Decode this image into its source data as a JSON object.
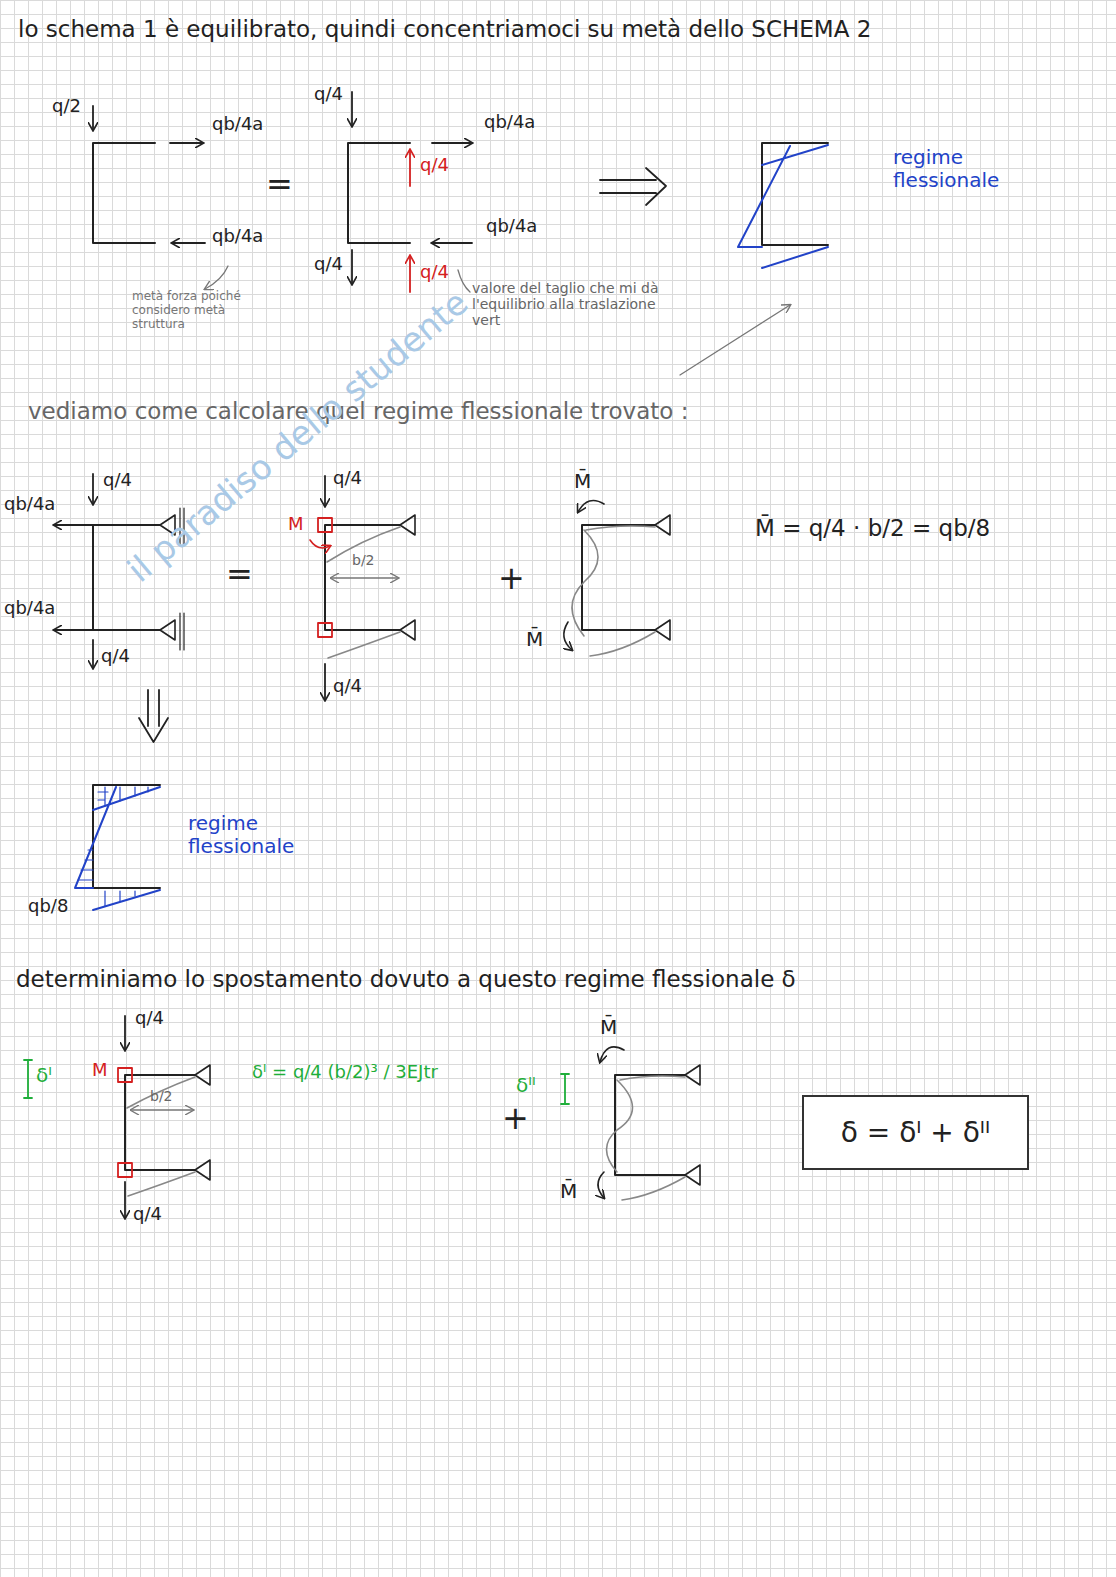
{
  "diagram": {
    "title": "lo schema 1 è equilibrato, quindi concentriamoci su metà dello SCHEMA 2",
    "nodes": [
      {
        "text": [
          "δ = δᴵ + δᴵᴵ"
        ]
      }
    ],
    "labels": [
      "q/2",
      "qb/4a",
      "qb/4a",
      "metà forza poiché considero metà struttura",
      "=",
      "q/4",
      "qb/4a",
      "q/4",
      "qb/4a",
      "q/4",
      "q/4",
      "valore del taglio che mi dà l'equilibrio alla traslazione vert",
      "regime flessionale",
      "vediamo come calcolare quel regime flessionale trovato :",
      "q/4",
      "qb/4a",
      "qb/4a",
      "q/4",
      "=",
      "q/4",
      "M",
      "b/2",
      "q/4",
      "+",
      "M̄",
      "M̄",
      "M̄ = q/4 · b/2 = qb/8",
      "regime flessionale",
      "qb/8",
      "determiniamo lo spostamento dovuto a questo regime flessionale δ",
      "q/4",
      "δᴵ",
      "M",
      "b/2",
      "q/4",
      "δᴵ = q/4 (b/2)³ / 3EJtr",
      "+",
      "δᴵᴵ",
      "M̄",
      "M̄",
      "il paradiso dello studente"
    ]
  }
}
